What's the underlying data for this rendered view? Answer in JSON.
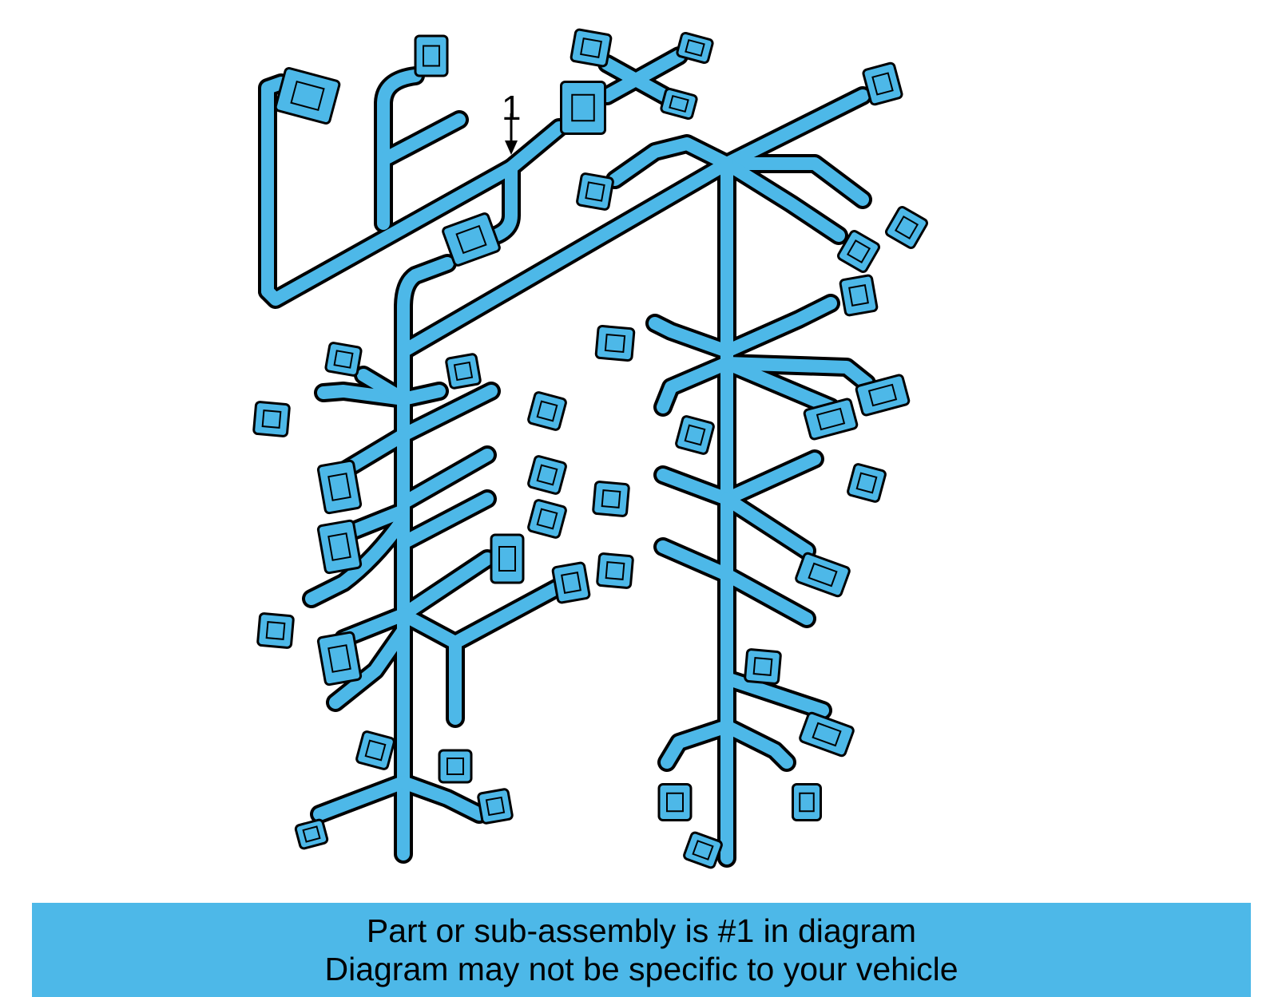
{
  "diagram": {
    "callout": {
      "number": "1"
    },
    "colors": {
      "harness_fill": "#4db8e8",
      "outline": "#000000",
      "background": "#ffffff"
    }
  },
  "footer": {
    "line1": "Part or sub-assembly is #1 in diagram",
    "line2": "Diagram may not be specific to your vehicle",
    "background_color": "#4db8e8"
  }
}
